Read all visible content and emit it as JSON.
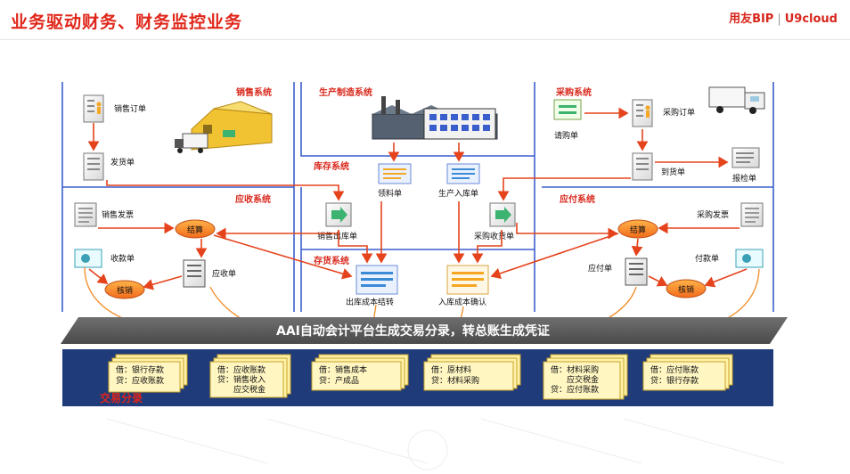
{
  "header": {
    "title": "业务驱动财务、财务监控业务",
    "brand_left": "用友BIP",
    "brand_sep": "|",
    "brand_right": "U9cloud"
  },
  "systems": {
    "sales": "销售系统",
    "manufacturing": "生产制造系统",
    "purchase": "采购系统",
    "inventory": "库存系统",
    "receivable": "应收系统",
    "payable": "应付系统",
    "stock_accounting": "存货系统"
  },
  "docs": {
    "sales_order": "销售订单",
    "delivery": "发货单",
    "requisition": "请购单",
    "purchase_order": "采购订单",
    "arrival": "到货单",
    "inspection": "报检单",
    "picking": "领料单",
    "production_receipt": "生产入库单",
    "sales_issue": "销售出库单",
    "purchase_receipt": "采购收货单",
    "sales_invoice": "销售发票",
    "settle_left": "结算",
    "collection": "收款单",
    "receivable": "应收单",
    "writeoff_left": "核销",
    "purchase_invoice": "采购发票",
    "settle_right": "结算",
    "payable": "应付单",
    "payment": "付款单",
    "writeoff_right": "核销",
    "outbound_cost": "出库成本结转",
    "inbound_cost": "入库成本确认"
  },
  "band": {
    "text": "AAI自动会计平台生成交易分录，转总账生成凭证"
  },
  "entries": {
    "title": "交易分录",
    "cards": [
      {
        "lines": [
          "借：银行存款",
          "贷：应收账款"
        ]
      },
      {
        "lines": [
          "借：应收账款",
          "贷：销售收入",
          "　　应交税金"
        ]
      },
      {
        "lines": [
          "借：销售成本",
          "贷：产成品"
        ]
      },
      {
        "lines": [
          "借：原材料",
          "贷：材料采购"
        ]
      },
      {
        "lines": [
          "借：材料采购",
          "　　应交税金",
          "贷：应付账款"
        ]
      },
      {
        "lines": [
          "借：应付账款",
          "贷：银行存款"
        ]
      }
    ]
  }
}
